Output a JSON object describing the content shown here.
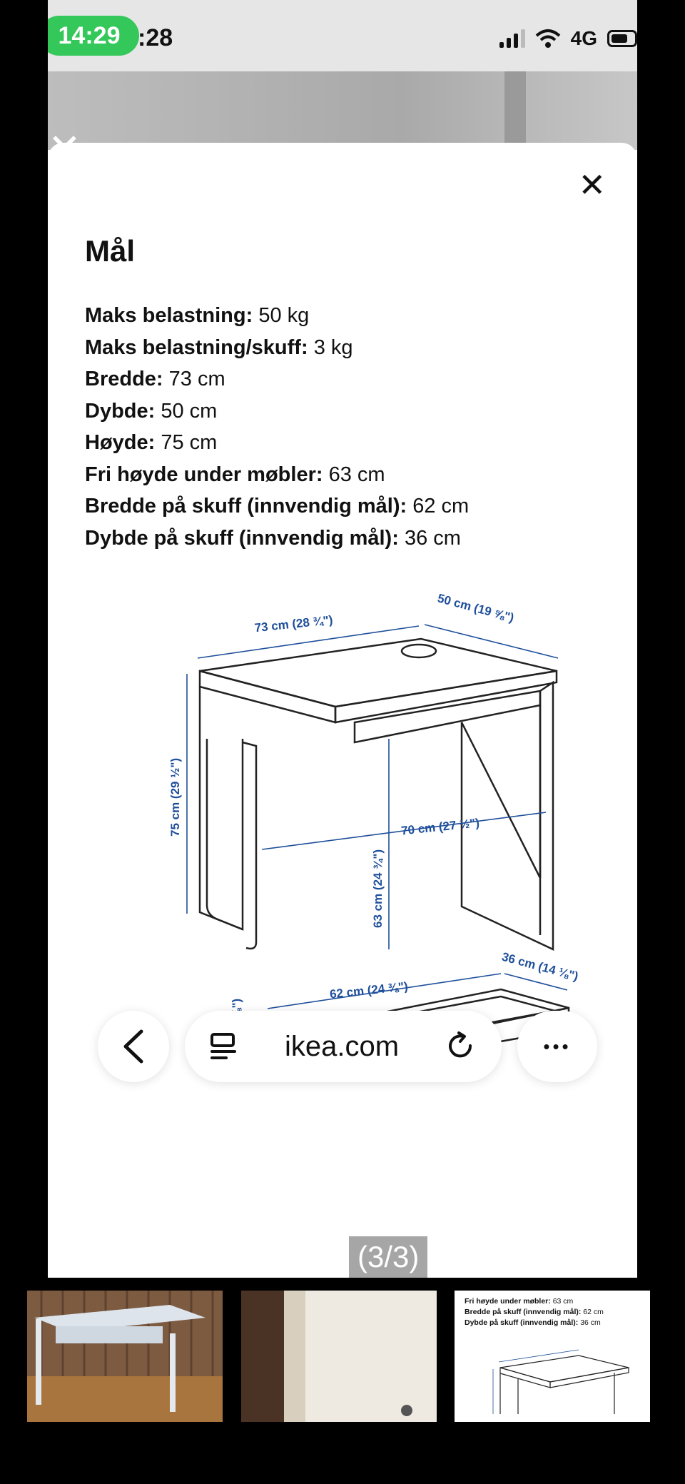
{
  "status": {
    "time_pill": "14:29",
    "time_behind": ":28",
    "network": "4G"
  },
  "sheet": {
    "title": "Mål",
    "close_glyph": "✕",
    "specs": [
      {
        "label": "Maks belastning:",
        "value": "50 kg"
      },
      {
        "label": "Maks belastning/skuff:",
        "value": "3 kg"
      },
      {
        "label": "Bredde:",
        "value": "73 cm"
      },
      {
        "label": "Dybde:",
        "value": "50 cm"
      },
      {
        "label": "Høyde:",
        "value": "75 cm"
      },
      {
        "label": "Fri høyde under møbler:",
        "value": "63 cm"
      },
      {
        "label": "Bredde på skuff (innvendig mål):",
        "value": "62 cm"
      },
      {
        "label": "Dybde på skuff (innvendig mål):",
        "value": "36 cm"
      }
    ],
    "diagram": {
      "width_label": "73 cm (28 ¾\")",
      "depth_label": "50 cm (19 ⅝\")",
      "height_label": "75 cm (29 ½\")",
      "clear_height_label": "63 cm (24 ¾\")",
      "inner_width_label": "70 cm (27 ½\")",
      "drawer_width_label": "62 cm (24 ⅜\")",
      "drawer_depth_label": "36 cm (14 ⅛\")",
      "drawer_height_label": "6 cm (2 ⅜\")",
      "line_color": "#1e4f9a"
    }
  },
  "browser": {
    "url": "ikea.com",
    "more_glyph": "•••"
  },
  "gallery": {
    "counter": "(3/3)",
    "thumb3_lines": [
      {
        "label": "Fri høyde under møbler:",
        "value": "63 cm"
      },
      {
        "label": "Bredde på skuff (innvendig mål):",
        "value": "62 cm"
      },
      {
        "label": "Dybde på skuff (innvendig mål):",
        "value": "36 cm"
      }
    ]
  }
}
